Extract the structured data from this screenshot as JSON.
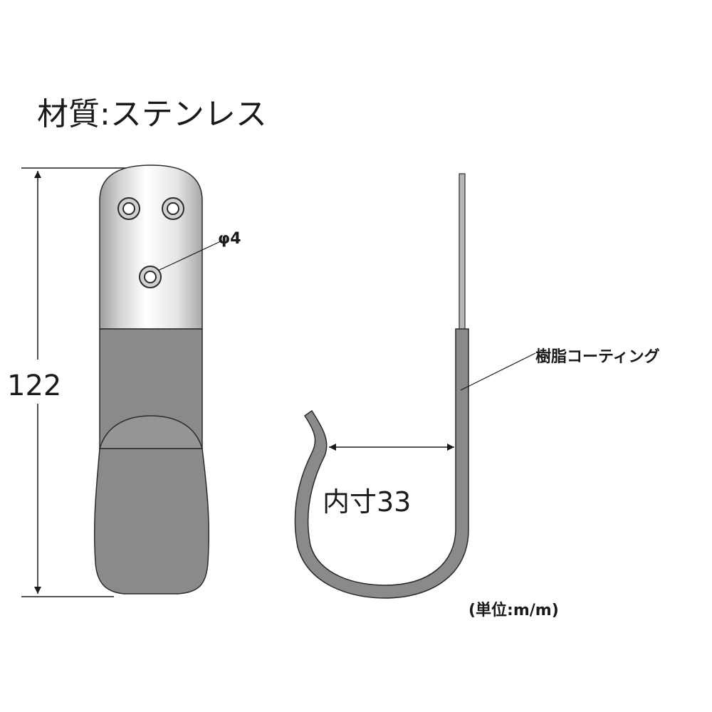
{
  "material_label": "材質:ステンレス",
  "height_dimension": "122",
  "hole_label": "φ4",
  "coating_label": "樹脂コーティング",
  "inner_dimension": "内寸33",
  "unit_label": "(単位:m/m)",
  "colors": {
    "steel_light": "#f2f2f2",
    "steel_mid": "#b5b5b5",
    "coating": "#8a8a8a",
    "coating_dark": "#7a7a7a",
    "outline": "#2a2a2a"
  },
  "icons": {
    "hook_front": "hook-front-view",
    "hook_side": "hook-side-profile"
  }
}
